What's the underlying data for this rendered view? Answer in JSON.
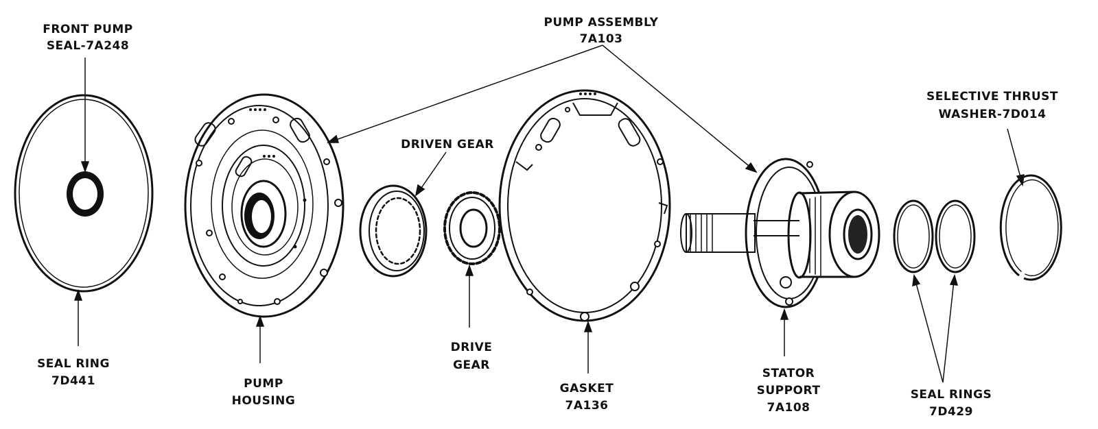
{
  "labels": {
    "front_pump_seal": [
      "FRONT PUMP",
      "SEAL-7A248"
    ],
    "seal_ring": [
      "SEAL RING",
      "7D441"
    ],
    "pump_housing": [
      "PUMP",
      "HOUSING"
    ],
    "pump_assembly": [
      "PUMP ASSEMBLY",
      "7A103"
    ],
    "driven_gear": [
      "DRIVEN GEAR"
    ],
    "drive_gear": [
      "DRIVE",
      "GEAR"
    ],
    "gasket": [
      "GASKET",
      "7A136"
    ],
    "stator_support": [
      "STATOR",
      "SUPPORT",
      "7A108"
    ],
    "seal_rings": [
      "SEAL RINGS",
      "7D429"
    ],
    "selective_thrust_washer": [
      "SELECTIVE THRUST",
      "WASHER-7D014"
    ]
  }
}
